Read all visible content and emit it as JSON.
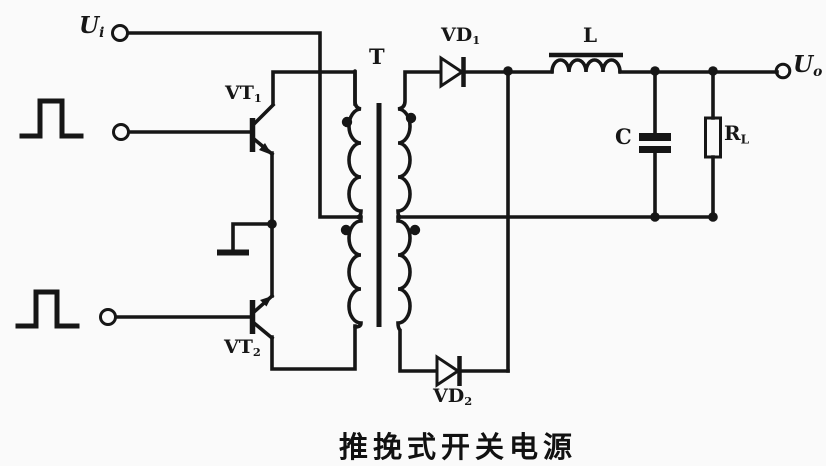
{
  "figure": {
    "caption": "推挽式开关电源",
    "background_color": "#fafafa",
    "line_color": "#161616"
  },
  "labels": {
    "input_voltage": {
      "main": "U",
      "sub": "i"
    },
    "output_voltage": {
      "main": "U",
      "sub": "o"
    },
    "transistor1": {
      "main": "VT",
      "sub": "1"
    },
    "transistor2": {
      "main": "VT",
      "sub": "2"
    },
    "transformer": {
      "main": "T",
      "sub": ""
    },
    "diode1": {
      "main": "VD",
      "sub": "1"
    },
    "diode2": {
      "main": "VD",
      "sub": "2"
    },
    "inductor": {
      "main": "L",
      "sub": ""
    },
    "capacitor": {
      "main": "C",
      "sub": ""
    },
    "load_resistor": {
      "main": "R",
      "sub": "L"
    }
  }
}
